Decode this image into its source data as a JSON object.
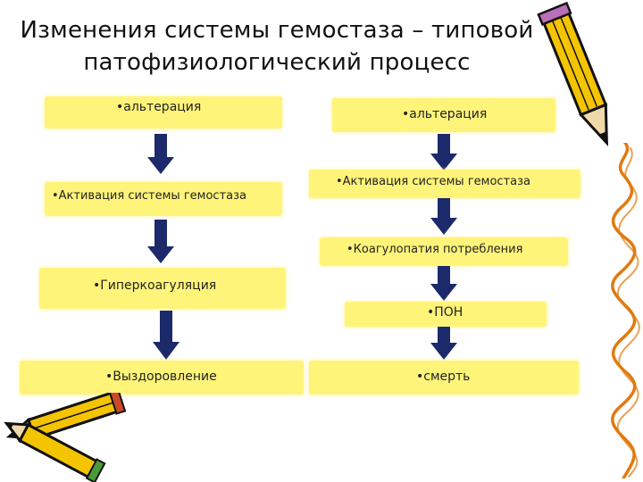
{
  "title": {
    "line1": "Изменения системы гемостаза – типовой",
    "line2": "патофизиологический процесс"
  },
  "left_column": {
    "box1": "•альтерация",
    "box2": "•Активация системы гемостаза",
    "box3": "•Гиперкоагуляция",
    "box4": "•Выздоровление"
  },
  "right_column": {
    "box1": "•альтерация",
    "box2": "•Активация системы гемостаза",
    "box3": "•Коагулопатия потребления",
    "box4": "•ПОН",
    "box5": "•смерть"
  },
  "colors": {
    "box_fill": "#fff47a",
    "arrow_fill": "#1c2a6b",
    "pencil_yellow": "#f5c400",
    "squiggle_orange": "#e07a10"
  },
  "icons": [
    "pencil-icon",
    "pencil-icon",
    "squiggle-border"
  ]
}
